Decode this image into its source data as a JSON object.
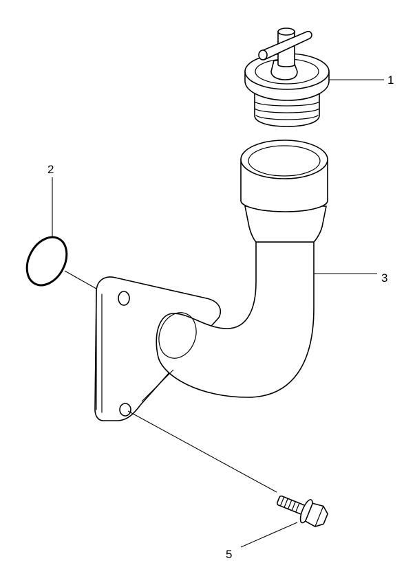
{
  "callouts": [
    {
      "id": "1",
      "label": "1",
      "part": "filler-cap"
    },
    {
      "id": "2",
      "label": "2",
      "part": "o-ring"
    },
    {
      "id": "3",
      "label": "3",
      "part": "filler-pipe"
    },
    {
      "id": "5",
      "label": "5",
      "part": "flange-bolt"
    }
  ],
  "colors": {
    "line": "#000000",
    "background": "#ffffff"
  }
}
